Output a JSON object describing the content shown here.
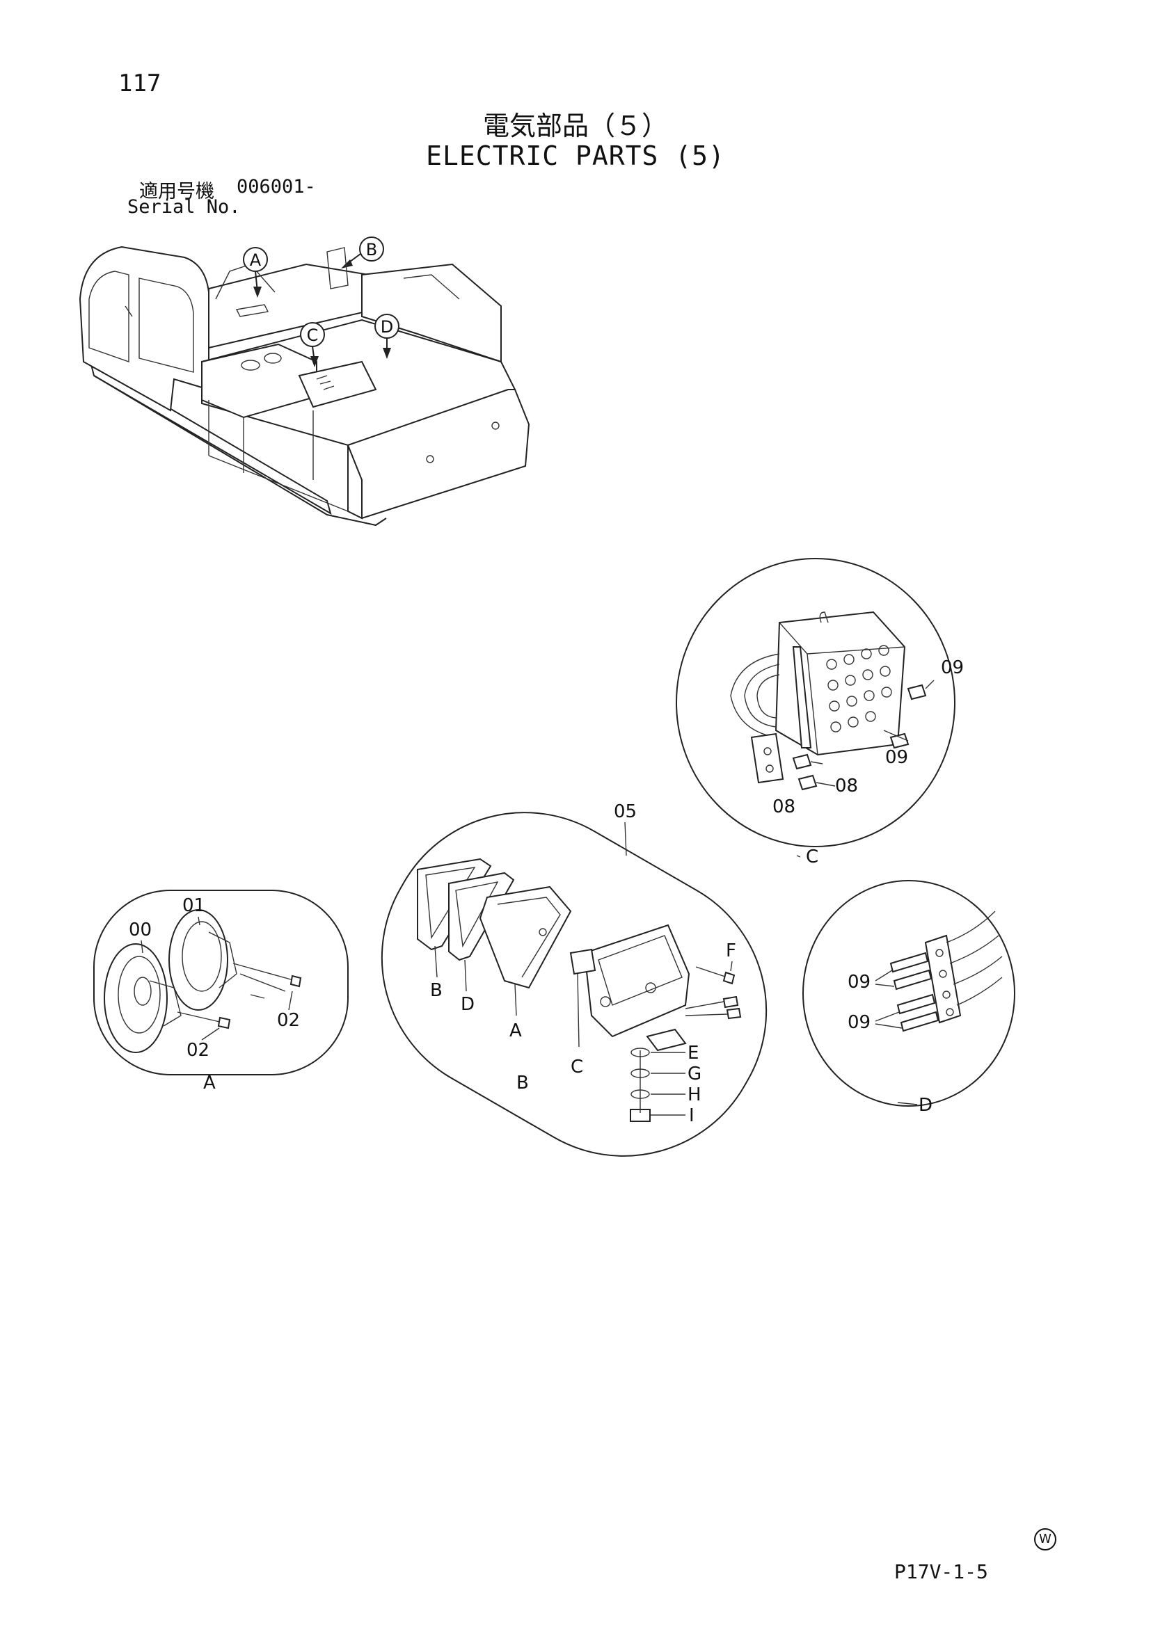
{
  "page_number": "117",
  "title_jp": "電気部品（５）",
  "title_en": "ELECTRIC PARTS (5)",
  "serial_label_jp": "適用号機",
  "serial_value": "006001-",
  "serial_label_en": "Serial No.",
  "footer_mark": "W",
  "footer_code": "P17V-1-5",
  "machine_callouts": [
    "A",
    "B",
    "C",
    "D"
  ],
  "detail_a": {
    "frame_label": "A",
    "parts": [
      "00",
      "01",
      "02",
      "02"
    ]
  },
  "detail_b": {
    "frame_label": "B",
    "assembly": "05",
    "parts": [
      "B",
      "D",
      "A",
      "C",
      "F",
      "E",
      "G",
      "H",
      "I"
    ]
  },
  "detail_c": {
    "frame_label": "C",
    "parts": [
      "09",
      "09",
      "08",
      "08"
    ]
  },
  "detail_d": {
    "frame_label": "D",
    "parts": [
      "09",
      "09"
    ]
  }
}
